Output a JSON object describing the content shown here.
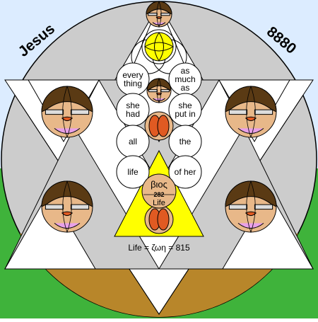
{
  "title_left": "Jesus",
  "title_right": "8880",
  "words": {
    "everything_1": "every",
    "everything_2": "thing",
    "as_much_as_1": "as",
    "as_much_as_2": "much",
    "as_much_as_3": "as",
    "she_had_1": "she",
    "she_had_2": "had",
    "she_put_in_1": "she",
    "she_put_in_2": "put in",
    "all": "all",
    "the": "the",
    "life": "life",
    "of_her": "of her"
  },
  "bios": {
    "greek": "βιος",
    "number": "282",
    "meaning": "Life"
  },
  "equation": "Life = ζωη = 815",
  "colors": {
    "sky": "#dcecff",
    "grass": "#3fb33b",
    "circle_gray": "#cccccc",
    "brown": "#b8862a",
    "yellow": "#ffff00",
    "face": "#e8b889",
    "hair": "#5a3a14",
    "red": "#e05a22"
  }
}
